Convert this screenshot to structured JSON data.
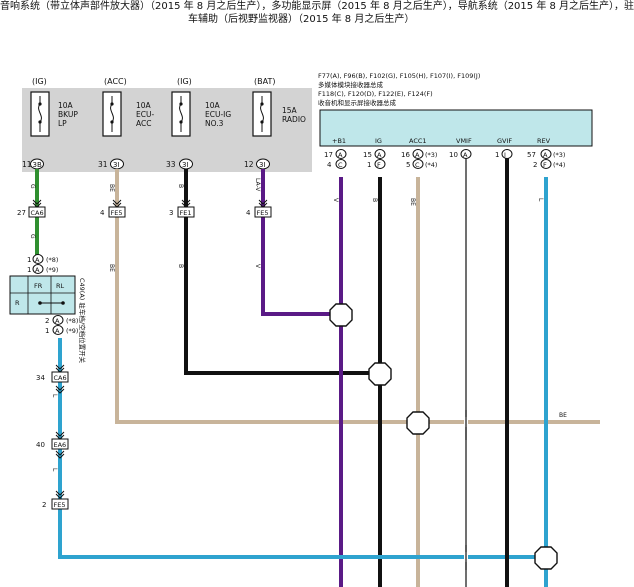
{
  "header": {
    "title_line1": "音响系统（带立体声部件放大器）（2015 年 8 月之后生产），多功能显示屏（2015 年 8 月之后生产），导航系统（2015 年 8 月之后生产），驻",
    "title_line2": "车辅助（后视野监视器）（2015 年 8 月之后生产）"
  },
  "fuse_box": {
    "fuses": [
      {
        "power": "(IG)",
        "rating": "10A",
        "name_l1": "BKUP",
        "name_l2": "LP",
        "name_l3": "",
        "pin": "11",
        "conn": "3B"
      },
      {
        "power": "(ACC)",
        "rating": "10A",
        "name_l1": "ECU-",
        "name_l2": "ACC",
        "name_l3": "",
        "pin": "31",
        "conn": "3I"
      },
      {
        "power": "(IG)",
        "rating": "10A",
        "name_l1": "ECU-IG",
        "name_l2": "NO.3",
        "name_l3": "",
        "pin": "33",
        "conn": "3I"
      },
      {
        "power": "(BAT)",
        "rating": "15A",
        "name_l1": "RADIO",
        "name_l2": "",
        "name_l3": "",
        "pin": "12",
        "conn": "3I"
      }
    ]
  },
  "splices": {
    "ca6": {
      "pin": "27",
      "label": "CA6"
    },
    "fe5a": {
      "pin": "4",
      "label": "FE5"
    },
    "fe1": {
      "pin": "3",
      "label": "FE1"
    },
    "fe5b": {
      "pin": "4",
      "label": "FE5"
    },
    "ca6b": {
      "pin": "34",
      "label": "CA6"
    },
    "ea6": {
      "pin": "40",
      "label": "EA6"
    },
    "fe5c": {
      "pin": "2",
      "label": "FE5"
    }
  },
  "wire_labels": {
    "w1": "G",
    "w2": "BE",
    "w3": "B",
    "w4": "LA-V",
    "w5": "G",
    "w6": "BE",
    "w7": "B",
    "w8": "V",
    "w9": "V",
    "w10": "B",
    "w11": "BE",
    "w12": "L",
    "w13": "L",
    "w14": "BE",
    "w15": "L"
  },
  "switch": {
    "top_pin1": "1",
    "top_conn1": "A",
    "top_note1": "(*8)",
    "top_pin2": "1",
    "top_conn2": "A",
    "top_note2": "(*9)",
    "col1": "FR",
    "col2": "RL",
    "row": "R",
    "bot_pin1": "2",
    "bot_conn1": "A",
    "bot_note1": "(*8)",
    "bot_pin2": "1",
    "bot_conn2": "A",
    "bot_note2": "(*9)",
    "label": "C49(A) 驻车档/空档位置开关"
  },
  "receiver": {
    "ref_line1": "F77(A), F96(B), F102(G), F105(H), F107(I), F109(J)",
    "ref_line2": "多媒体模块接收器总成",
    "ref_line3": "F118(C), F120(D), F122(E), F124(F)",
    "ref_line4": "收音机和显示屏接收器总成",
    "terminals": [
      {
        "name": "+B1",
        "pin_a": "17",
        "conn_a": "A",
        "note_a": "",
        "pin_b": "4",
        "conn_b": "C",
        "note_b": ""
      },
      {
        "name": "IG",
        "pin_a": "15",
        "conn_a": "A",
        "note_a": "",
        "pin_b": "1",
        "conn_b": "F",
        "note_b": ""
      },
      {
        "name": "ACC1",
        "pin_a": "16",
        "conn_a": "A",
        "note_a": "(*3)",
        "pin_b": "5",
        "conn_b": "C",
        "note_b": "(*4)"
      },
      {
        "name": "VMIF",
        "pin_a": "10",
        "conn_a": "A",
        "note_a": "",
        "pin_b": "",
        "conn_b": "",
        "note_b": ""
      },
      {
        "name": "GVIF",
        "pin_a": "1",
        "conn_a": "I",
        "note_a": "",
        "pin_b": "",
        "conn_b": "",
        "note_b": ""
      },
      {
        "name": "REV",
        "pin_a": "57",
        "conn_a": "A",
        "note_a": "(*3)",
        "pin_b": "2",
        "conn_b": "F",
        "note_b": "(*4)"
      }
    ]
  },
  "colors": {
    "green": "#2f8f2f",
    "tan": "#c8b49a",
    "black": "#111111",
    "purple": "#5a1a86",
    "blue": "#2ea3cf",
    "fuse_fill": "#d3d3d3",
    "receiver_fill": "#bfe7ea"
  }
}
